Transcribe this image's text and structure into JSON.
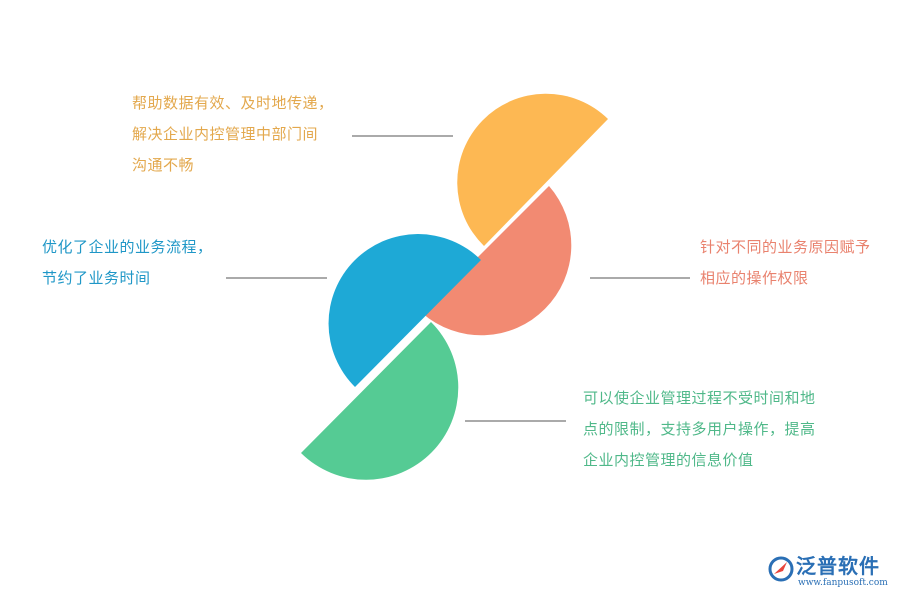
{
  "colors": {
    "orange": "#FDB853",
    "salmon": "#F28A72",
    "blue": "#1EA9D6",
    "green": "#55CB94",
    "connector": "#555555",
    "logo_blue": "#2A6FB5",
    "logo_red": "#E8453C"
  },
  "items": [
    {
      "color": "#E3A84D",
      "lines": [
        "帮助数据有效、及时地传递，",
        "解决企业内控管理中部门间",
        "沟通不畅"
      ]
    },
    {
      "color": "#1F97C7",
      "lines": [
        "优化了企业的业务流程，",
        "节约了业务时间"
      ]
    },
    {
      "color": "#E9826E",
      "lines": [
        "针对不同的业务原因赋予",
        "相应的操作权限"
      ]
    },
    {
      "color": "#4FB889",
      "lines": [
        "可以使企业管理过程不受时间和地",
        "点的限制，支持多用户操作，提高",
        "企业内控管理的信息价值"
      ]
    }
  ],
  "logo": {
    "icon": "fanpu-logo-icon",
    "name": "泛普软件",
    "url": "www.fanpusoft.com"
  }
}
